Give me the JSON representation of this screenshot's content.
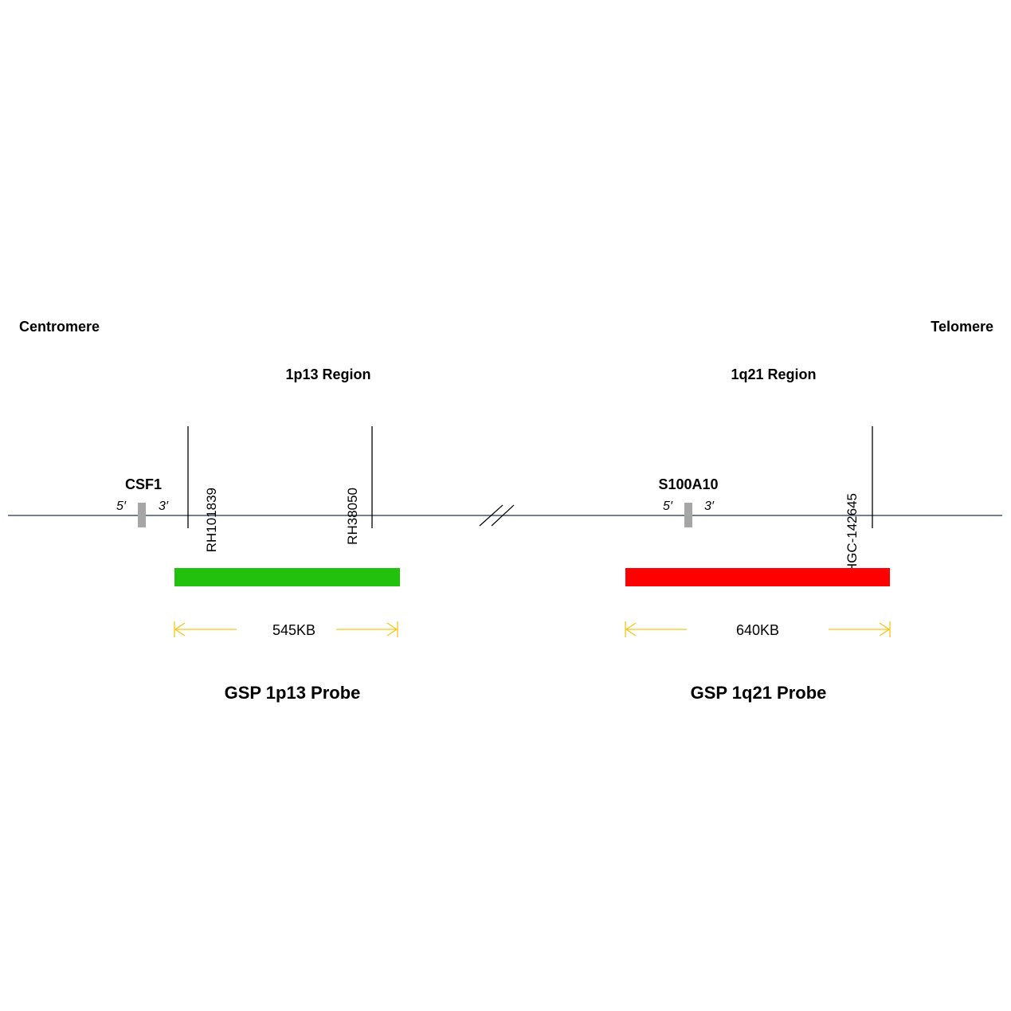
{
  "ends": {
    "left": "Centromere",
    "right": "Telomere"
  },
  "regions": [
    "1p13 Region",
    "1q21 Region"
  ],
  "genes": [
    {
      "name": "CSF1",
      "five": "5′",
      "three": "3′"
    },
    {
      "name": "S100A10",
      "five": "5′",
      "three": "3′"
    }
  ],
  "markers": [
    "RH101839",
    "RH38050",
    "SHGC-142645"
  ],
  "probes": [
    {
      "title": "GSP 1p13 Probe",
      "size": "545KB",
      "color": "#22c10e"
    },
    {
      "title": "GSP 1q21 Probe",
      "size": "640KB",
      "color": "#ff0000"
    }
  ],
  "colors": {
    "chromosome_line": "#44546a",
    "gene_box": "#a6a6a6",
    "arrow": "#f5c518"
  }
}
